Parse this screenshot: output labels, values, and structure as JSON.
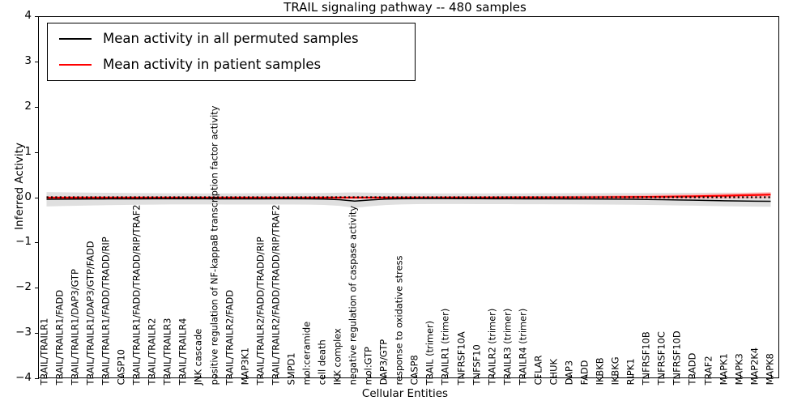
{
  "chart_data": {
    "type": "line",
    "title": "TRAIL signaling pathway -- 480 samples",
    "xlabel": "Cellular Entities",
    "ylabel": "Inferred Activity",
    "ylim": [
      -4,
      4
    ],
    "yticks": [
      4,
      3,
      2,
      1,
      0,
      -1,
      -2,
      -3,
      -4
    ],
    "ytick_labels": [
      "4",
      "3",
      "2",
      "1",
      "0",
      "−1",
      "−2",
      "−3",
      "−4"
    ],
    "grid": false,
    "legend_position": "upper left",
    "colors": {
      "permuted_line": "#000000",
      "patient_line": "#ff0000",
      "permuted_band": "#d9d9d9",
      "patient_band": "#ffb3b3"
    },
    "categories": [
      "TRAIL/TRAILR1",
      "TRAIL/TRAILR1/FADD",
      "TRAIL/TRAILR1/DAP3/GTP",
      "TRAIL/TRAILR1/DAP3/GTP/FADD",
      "TRAIL/TRAILR1/FADD/TRADD/RIP",
      "CASP10",
      "TRAIL/TRAILR1/FADD/TRADD/RIP/TRAF2",
      "TRAIL/TRAILR2",
      "TRAIL/TRAILR3",
      "TRAIL/TRAILR4",
      "JNK cascade",
      "positive regulation of NF-kappaB transcription factor activity",
      "TRAIL/TRAILR2/FADD",
      "MAP3K1",
      "TRAIL/TRAILR2/FADD/TRADD/RIP",
      "TRAIL/TRAILR2/FADD/TRADD/RIP/TRAF2",
      "SMPD1",
      "mol:ceramide",
      "cell death",
      "IKK complex",
      "negative regulation of caspase activity",
      "mol:GTP",
      "DAP3/GTP",
      "response to oxidative stress",
      "CASP8",
      "TRAIL (trimer)",
      "TRAILR1 (trimer)",
      "TNFRSF10A",
      "TNFSF10",
      "TRAILR2 (trimer)",
      "TRAILR3 (trimer)",
      "TRAILR4 (trimer)",
      "CFLAR",
      "CHUK",
      "DAP3",
      "FADD",
      "IKBKB",
      "IKBKG",
      "RIPK1",
      "TNFRSF10B",
      "TNFRSF10C",
      "TNFRSF10D",
      "TRADD",
      "TRAF2",
      "MAPK1",
      "MAPK3",
      "MAP2K4",
      "MAPK8"
    ],
    "series": [
      {
        "name": "Mean activity in all permuted samples",
        "color": "#000000",
        "style": "solid",
        "values": [
          -0.045,
          -0.042,
          -0.04,
          -0.038,
          -0.037,
          -0.036,
          -0.035,
          -0.034,
          -0.033,
          -0.033,
          -0.034,
          -0.035,
          -0.036,
          -0.036,
          -0.035,
          -0.034,
          -0.034,
          -0.036,
          -0.04,
          -0.055,
          -0.085,
          -0.06,
          -0.04,
          -0.033,
          -0.03,
          -0.029,
          -0.03,
          -0.031,
          -0.032,
          -0.033,
          -0.034,
          -0.035,
          -0.036,
          -0.037,
          -0.038,
          -0.039,
          -0.041,
          -0.043,
          -0.046,
          -0.05,
          -0.055,
          -0.06,
          -0.066,
          -0.072,
          -0.078,
          -0.083,
          -0.087,
          -0.09
        ],
        "band_upper": [
          0.115,
          0.11,
          0.106,
          0.102,
          0.098,
          0.095,
          0.092,
          0.09,
          0.088,
          0.087,
          0.086,
          0.086,
          0.086,
          0.087,
          0.088,
          0.089,
          0.09,
          0.092,
          0.095,
          0.1,
          0.108,
          0.1,
          0.094,
          0.09,
          0.088,
          0.086,
          0.085,
          0.085,
          0.085,
          0.085,
          0.086,
          0.086,
          0.087,
          0.088,
          0.089,
          0.09,
          0.091,
          0.092,
          0.093,
          0.095,
          0.096,
          0.098,
          0.099,
          0.1,
          0.101,
          0.102,
          0.103,
          0.104
        ],
        "band_lower": [
          -0.205,
          -0.196,
          -0.188,
          -0.181,
          -0.175,
          -0.17,
          -0.166,
          -0.163,
          -0.16,
          -0.159,
          -0.159,
          -0.16,
          -0.161,
          -0.162,
          -0.162,
          -0.161,
          -0.161,
          -0.164,
          -0.17,
          -0.19,
          -0.235,
          -0.2,
          -0.172,
          -0.16,
          -0.154,
          -0.15,
          -0.15,
          -0.151,
          -0.152,
          -0.153,
          -0.154,
          -0.155,
          -0.156,
          -0.157,
          -0.158,
          -0.16,
          -0.162,
          -0.164,
          -0.167,
          -0.171,
          -0.176,
          -0.181,
          -0.187,
          -0.193,
          -0.199,
          -0.204,
          -0.208,
          -0.212
        ]
      },
      {
        "name": "Mean activity in patient samples",
        "color": "#ff0000",
        "style": "solid",
        "values": [
          -0.01,
          -0.01,
          -0.009,
          -0.009,
          -0.008,
          -0.008,
          -0.008,
          -0.008,
          -0.008,
          -0.008,
          -0.008,
          -0.008,
          -0.008,
          -0.008,
          -0.008,
          -0.008,
          -0.008,
          -0.008,
          -0.008,
          -0.008,
          -0.008,
          -0.008,
          -0.008,
          -0.008,
          -0.007,
          -0.007,
          -0.007,
          -0.007,
          -0.006,
          -0.006,
          -0.005,
          -0.005,
          -0.004,
          -0.003,
          -0.002,
          -0.001,
          0.001,
          0.003,
          0.005,
          0.008,
          0.012,
          0.016,
          0.021,
          0.027,
          0.034,
          0.042,
          0.05,
          0.058
        ],
        "band_upper": [
          0.025,
          0.024,
          0.023,
          0.022,
          0.021,
          0.021,
          0.02,
          0.02,
          0.02,
          0.02,
          0.02,
          0.02,
          0.02,
          0.02,
          0.02,
          0.02,
          0.02,
          0.02,
          0.021,
          0.021,
          0.022,
          0.021,
          0.021,
          0.021,
          0.021,
          0.021,
          0.021,
          0.022,
          0.023,
          0.024,
          0.025,
          0.026,
          0.028,
          0.03,
          0.032,
          0.035,
          0.038,
          0.042,
          0.046,
          0.051,
          0.057,
          0.063,
          0.07,
          0.078,
          0.086,
          0.095,
          0.104,
          0.113
        ],
        "band_lower": [
          -0.045,
          -0.044,
          -0.042,
          -0.041,
          -0.04,
          -0.039,
          -0.038,
          -0.037,
          -0.037,
          -0.037,
          -0.037,
          -0.037,
          -0.037,
          -0.037,
          -0.037,
          -0.037,
          -0.037,
          -0.037,
          -0.037,
          -0.038,
          -0.039,
          -0.038,
          -0.037,
          -0.037,
          -0.036,
          -0.036,
          -0.036,
          -0.036,
          -0.036,
          -0.035,
          -0.035,
          -0.035,
          -0.035,
          -0.034,
          -0.034,
          -0.034,
          -0.034,
          -0.034,
          -0.034,
          -0.034,
          -0.034,
          -0.033,
          -0.032,
          -0.031,
          -0.029,
          -0.026,
          -0.022,
          -0.018
        ]
      },
      {
        "name": "zero-reference",
        "color": "#000000",
        "style": "dotted",
        "values": [
          0,
          0,
          0,
          0,
          0,
          0,
          0,
          0,
          0,
          0,
          0,
          0,
          0,
          0,
          0,
          0,
          0,
          0,
          0,
          0,
          0,
          0,
          0,
          0,
          0,
          0,
          0,
          0,
          0,
          0,
          0,
          0,
          0,
          0,
          0,
          0,
          0,
          0,
          0,
          0,
          0,
          0,
          0,
          0,
          0,
          0,
          0,
          0
        ]
      }
    ]
  },
  "legend": {
    "entries": [
      {
        "label": "Mean activity in all permuted samples",
        "color": "#000000"
      },
      {
        "label": "Mean activity in patient samples",
        "color": "#ff0000"
      }
    ]
  }
}
